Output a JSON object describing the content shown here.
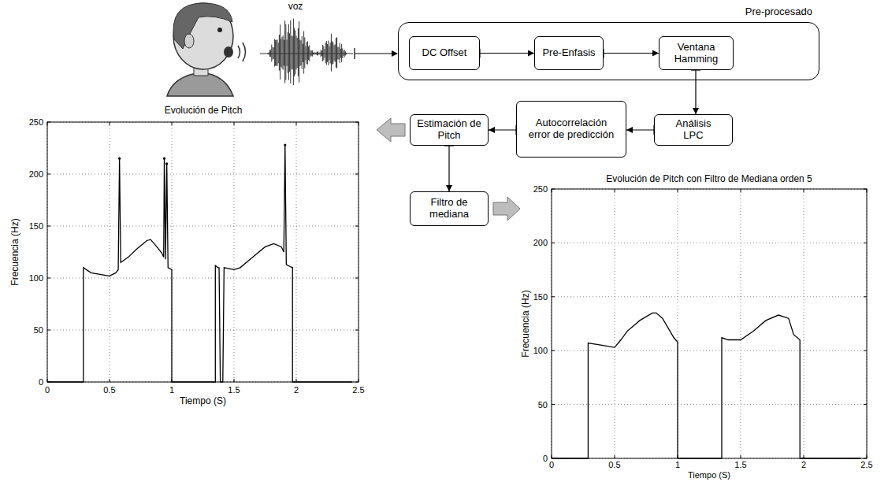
{
  "diagram": {
    "nodes": [
      {
        "text": [
          "Pre-procesado"
        ]
      },
      {
        "text": [
          "DC Offset"
        ],
        "in": 0
      },
      {
        "text": [
          "Pre-Enfasis"
        ],
        "in": 0
      },
      {
        "text": [
          "Ventana Hamming"
        ],
        "in": 0
      },
      {
        "text": [
          "Análisis LPC"
        ]
      },
      {
        "text": [
          "Autocorrelación error de predicción"
        ]
      },
      {
        "text": [
          "Estimación de Pitch"
        ]
      },
      {
        "text": [
          "Filtro de mediana"
        ]
      }
    ],
    "edges": [
      {
        "from": 1,
        "to": 2,
        "arrow": "to"
      },
      {
        "from": 2,
        "to": 3,
        "arrow": "to"
      },
      {
        "from": 3,
        "to": 4,
        "arrow": "to"
      },
      {
        "from": 4,
        "to": 5,
        "arrow": "to"
      },
      {
        "from": 5,
        "to": 6,
        "arrow": "to"
      },
      {
        "from": 6,
        "to": 7,
        "arrow": "to"
      }
    ],
    "labels": [
      "voz",
      "Evolución de Pitch",
      "0",
      "50",
      "100",
      "150",
      "200",
      "250",
      "0",
      "0.5",
      "1",
      "1.5",
      "2",
      "2.5",
      "Frecuencia (Hz)",
      "Tiempo (S)",
      "Evolución de Pitch con Filtro de Mediana orden 5",
      "0",
      "50",
      "100",
      "150",
      "200",
      "250",
      "0",
      "0.5",
      "1",
      "1.5",
      "2",
      "2.5",
      "Frecuencia (Hz)",
      "Tiempo (S)"
    ]
  }
}
